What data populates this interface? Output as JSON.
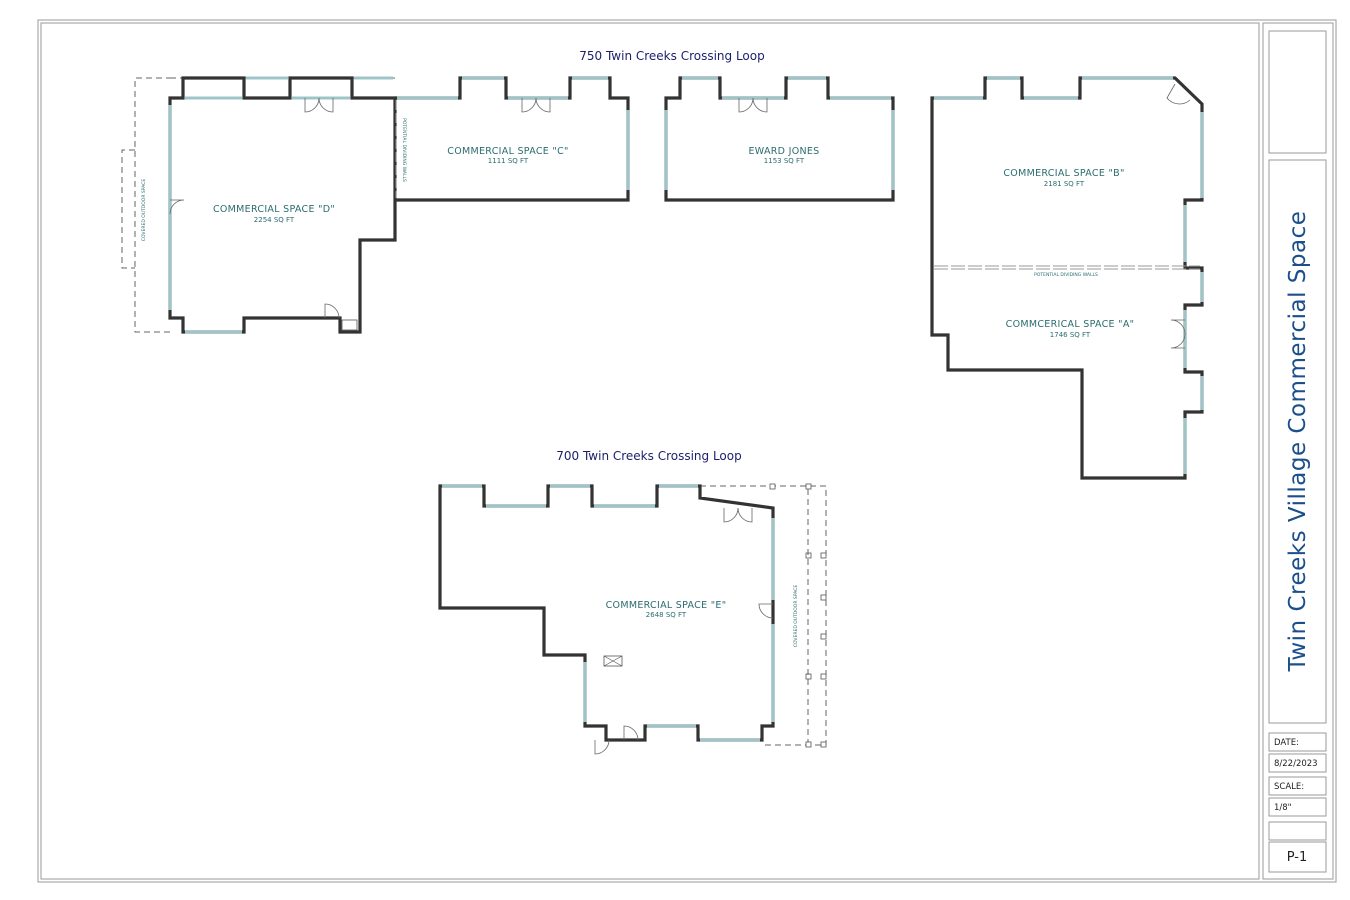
{
  "sheet_title": "Twin Creeks Village Commercial Space",
  "title_block": {
    "date_label": "DATE:",
    "date_value": "8/22/2023",
    "scale_label": "SCALE:",
    "scale_value": "1/8\"",
    "page_number": "P-1"
  },
  "buildings": [
    {
      "address": "750 Twin Creeks Crossing Loop",
      "spaces": [
        {
          "name": "COMMERCIAL SPACE \"D\"",
          "area": "2254 SQ FT"
        },
        {
          "name": "COMMERCIAL SPACE \"C\"",
          "area": "1111 SQ FT"
        },
        {
          "name": "EWARD JONES",
          "area": "1153 SQ FT"
        },
        {
          "name": "COMMERCIAL SPACE \"B\"",
          "area": "2181 SQ FT"
        },
        {
          "name": "COMMCERICAL SPACE \"A\"",
          "area": "1746 SQ FT"
        }
      ]
    },
    {
      "address": "700 Twin Creeks Crossing Loop",
      "spaces": [
        {
          "name": "COMMERCIAL SPACE \"E\"",
          "area": "2648 SQ FT"
        }
      ]
    }
  ],
  "annotations": {
    "potential_dividing_walls": "POTENTIAL DIVIDING WALLS",
    "covered_outdoor_space": "COVERED OUTDOOR SPACE"
  }
}
